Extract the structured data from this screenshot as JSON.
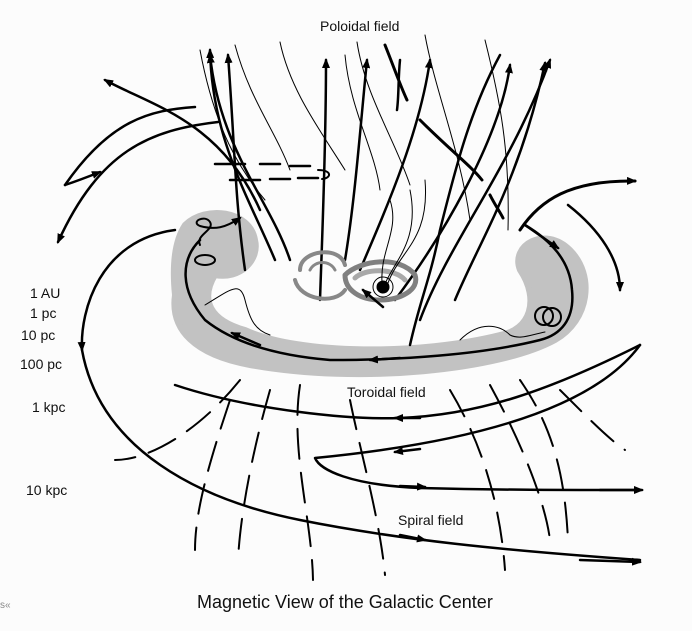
{
  "title": "Magnetic View of the Galactic Center",
  "labels": {
    "poloidal": "Poloidal field",
    "toroidal": "Toroidal field",
    "spiral": "Spiral field"
  },
  "scale_labels": [
    "1 AU",
    "1 pc",
    "10 pc",
    "100 pc",
    "1 kpc",
    "10 kpc"
  ],
  "stray_glyph": "s«",
  "colors": {
    "line": "#000000",
    "torus_fill": "#c0c0c0",
    "core_dark": "#808080",
    "core_mid": "#a0a0a0",
    "background": "#fcfcfc"
  }
}
